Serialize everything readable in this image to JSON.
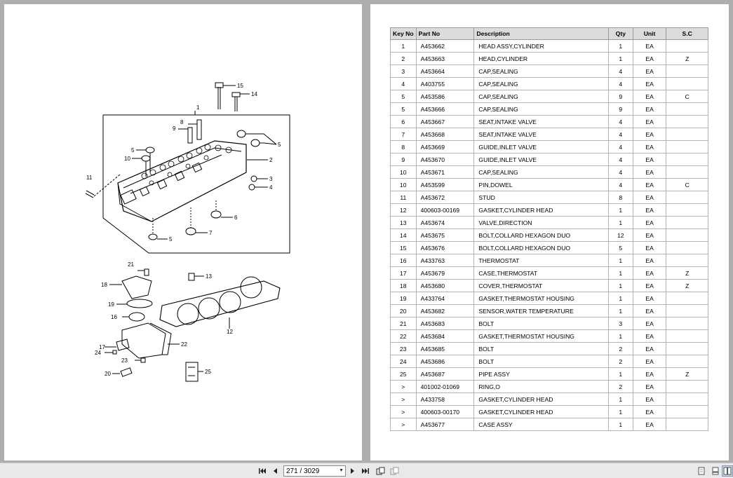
{
  "table": {
    "headers": [
      "Key No",
      "Part No",
      "Description",
      "Qty",
      "Unit",
      "S.C"
    ],
    "rows": [
      [
        "1",
        "A453662",
        "HEAD ASSY,CYLINDER",
        "1",
        "EA",
        ""
      ],
      [
        "2",
        "A453663",
        "HEAD,CYLINDER",
        "1",
        "EA",
        "Z"
      ],
      [
        "3",
        "A453664",
        "CAP,SEALING",
        "4",
        "EA",
        ""
      ],
      [
        "4",
        "A403755",
        "CAP,SEALING",
        "4",
        "EA",
        ""
      ],
      [
        "5",
        "A453586",
        "CAP,SEALING",
        "9",
        "EA",
        "C"
      ],
      [
        "5",
        "A453666",
        "CAP,SEALING",
        "9",
        "EA",
        ""
      ],
      [
        "6",
        "A453667",
        "SEAT,INTAKE VALVE",
        "4",
        "EA",
        ""
      ],
      [
        "7",
        "A453668",
        "SEAT,INTAKE VALVE",
        "4",
        "EA",
        ""
      ],
      [
        "8",
        "A453669",
        "GUIDE,INLET VALVE",
        "4",
        "EA",
        ""
      ],
      [
        "9",
        "A453670",
        "GUIDE,INLET VALVE",
        "4",
        "EA",
        ""
      ],
      [
        "10",
        "A453671",
        "CAP,SEALING",
        "4",
        "EA",
        ""
      ],
      [
        "10",
        "A453599",
        "PIN,DOWEL",
        "4",
        "EA",
        "C"
      ],
      [
        "11",
        "A453672",
        "STUD",
        "8",
        "EA",
        ""
      ],
      [
        "12",
        "400603-00169",
        "GASKET,CYLINDER HEAD",
        "1",
        "EA",
        ""
      ],
      [
        "13",
        "A453674",
        "VALVE,DIRECTION",
        "1",
        "EA",
        ""
      ],
      [
        "14",
        "A453675",
        "BOLT,COLLARD HEXAGON DUO",
        "12",
        "EA",
        ""
      ],
      [
        "15",
        "A453676",
        "BOLT,COLLARD HEXAGON DUO",
        "5",
        "EA",
        ""
      ],
      [
        "16",
        "A433763",
        "THERMOSTAT",
        "1",
        "EA",
        ""
      ],
      [
        "17",
        "A453679",
        "CASE,THERMOSTAT",
        "1",
        "EA",
        "Z"
      ],
      [
        "18",
        "A453680",
        "COVER,THERMOSTAT",
        "1",
        "EA",
        "Z"
      ],
      [
        "19",
        "A433764",
        "GASKET,THERMOSTAT HOUSING",
        "1",
        "EA",
        ""
      ],
      [
        "20",
        "A453682",
        "SENSOR,WATER TEMPERATURE",
        "1",
        "EA",
        ""
      ],
      [
        "21",
        "A453683",
        "BOLT",
        "3",
        "EA",
        ""
      ],
      [
        "22",
        "A453684",
        "GASKET,THERMOSTAT HOUSING",
        "1",
        "EA",
        ""
      ],
      [
        "23",
        "A453685",
        "BOLT",
        "2",
        "EA",
        ""
      ],
      [
        "24",
        "A453686",
        "BOLT",
        "2",
        "EA",
        ""
      ],
      [
        "25",
        "A453687",
        "PIPE ASSY",
        "1",
        "EA",
        "Z"
      ],
      [
        ">",
        "401002-01069",
        "RING,O",
        "2",
        "EA",
        ""
      ],
      [
        ">",
        "A433758",
        "GASKET,CYLINDER HEAD",
        "1",
        "EA",
        ""
      ],
      [
        ">",
        "400603-00170",
        "GASKET,CYLINDER HEAD",
        "1",
        "EA",
        ""
      ],
      [
        ">",
        "A453677",
        "CASE ASSY",
        "1",
        "EA",
        ""
      ]
    ]
  },
  "diagram": {
    "callouts": [
      "1",
      "2",
      "3",
      "4",
      "5",
      "5",
      "5",
      "6",
      "7",
      "8",
      "9",
      "10",
      "11",
      "12",
      "13",
      "14",
      "15",
      "16",
      "17",
      "18",
      "19",
      "20",
      "21",
      "22",
      "23",
      "24",
      "25"
    ]
  },
  "toolbar": {
    "page_indicator": "271 / 3029",
    "icons": [
      "first-page-icon",
      "prev-page-icon",
      "next-page-icon",
      "last-page-icon",
      "two-page-icon",
      "two-page-cover-icon",
      "single-page-view-icon",
      "continuous-view-icon",
      "facing-view-icon"
    ]
  }
}
